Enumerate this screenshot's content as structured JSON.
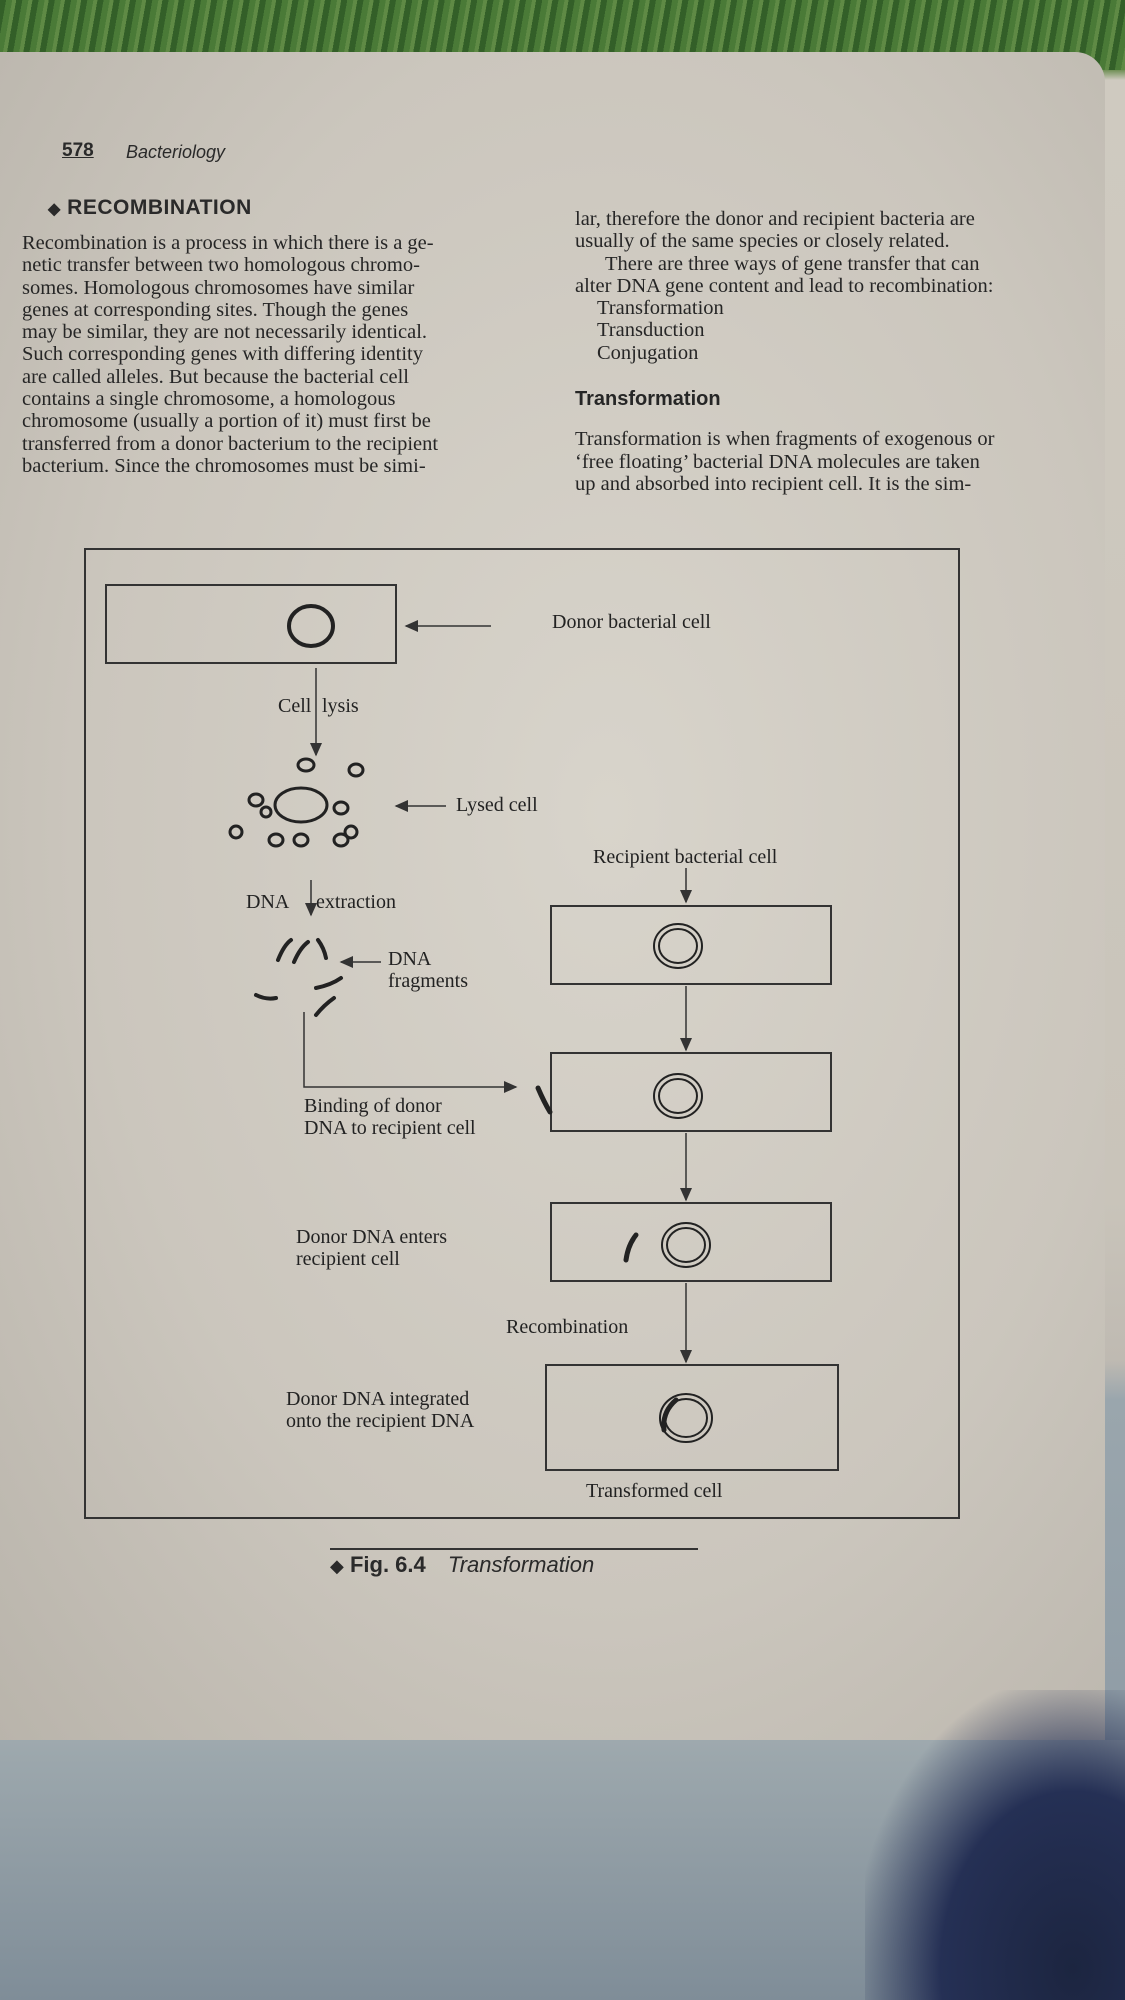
{
  "header": {
    "page_number": "578",
    "section": "Bacteriology"
  },
  "section_title": "RECOMBINATION",
  "left_column": [
    "Recombination is a process in which there is a ge-",
    "netic transfer between two homologous chromo-",
    "somes. Homologous chromosomes have similar",
    "genes at corresponding sites. Though the genes",
    "may be similar, they are not necessarily identical.",
    "Such corresponding genes with differing identity",
    "are called alleles. But because the bacterial cell",
    "contains a single chromosome, a homologous",
    "chromosome (usually a portion of it) must first be",
    "transferred from a donor bacterium to the recipient",
    "bacterium. Since the chromosomes must be simi-"
  ],
  "right_column": {
    "intro": [
      "lar, therefore the donor and recipient bacteria are",
      "usually of the same species or closely related."
    ],
    "ways": [
      "There are three ways of gene transfer that can",
      "alter DNA gene content and lead to recombination:"
    ],
    "list": [
      "Transformation",
      "Transduction",
      "Conjugation"
    ],
    "subheading": "Transformation",
    "para": [
      "Transformation is when fragments of exogenous or",
      "‘free floating’ bacterial DNA molecules are taken",
      "up and absorbed into recipient cell. It is the sim-"
    ]
  },
  "figure": {
    "labels": {
      "donor": "Donor bacterial cell",
      "cell_lysis_a": "Cell",
      "cell_lysis_b": "lysis",
      "lysed": "Lysed cell",
      "recipient": "Recipient bacterial cell",
      "dna_extraction_a": "DNA",
      "dna_extraction_b": "extraction",
      "dna_fragments_a": "DNA",
      "dna_fragments_b": "fragments",
      "binding_a": "Binding of donor",
      "binding_b": "DNA to recipient cell",
      "enters_a": "Donor DNA enters",
      "enters_b": "recipient cell",
      "recombination": "Recombination",
      "integrated_a": "Donor DNA integrated",
      "integrated_b": "onto the recipient DNA",
      "transformed": "Transformed cell"
    },
    "caption_number": "Fig. 6.4",
    "caption_title": "Transformation"
  }
}
